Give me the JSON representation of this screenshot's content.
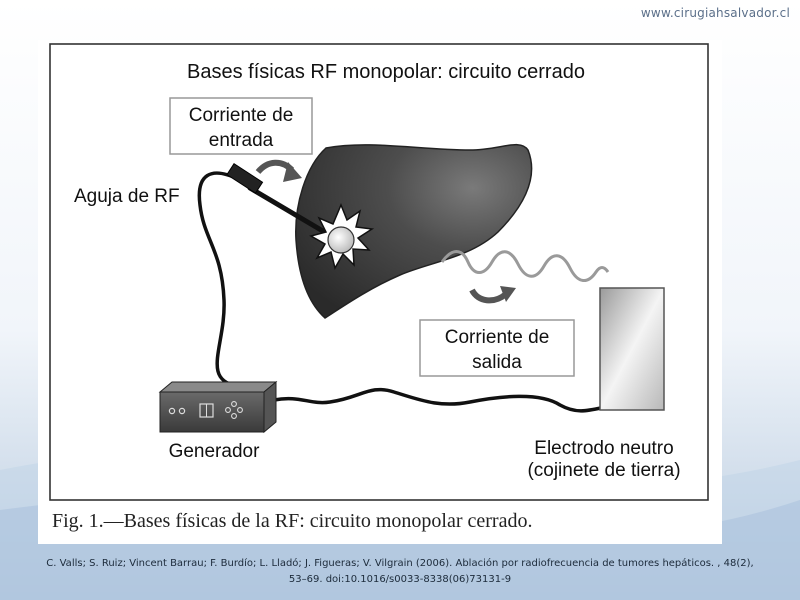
{
  "header": {
    "site_url": "www.cirugiahsalvador.cl"
  },
  "diagram": {
    "title": "Bases físicas RF monopolar: circuito cerrado",
    "labels": {
      "input_current_line1": "Corriente de",
      "input_current_line2": "entrada",
      "needle": "Aguja de RF",
      "output_current_line1": "Corriente de",
      "output_current_line2": "salida",
      "generator": "Generador",
      "electrode_line1": "Electrodo neutro",
      "electrode_line2": "(cojinete de tierra)"
    }
  },
  "caption": "Fig. 1.—Bases físicas de la RF: circuito monopolar cerrado.",
  "citation": {
    "line1": "C. Valls; S. Ruiz; Vincent Barrau; F. Burdío; L. Lladó; J. Figueras; V. Vilgrain (2006). Ablación por radiofrecuencia de tumores hepáticos. , 48(2),",
    "line2": "53–69.        doi:10.1016/s0033-8338(06)73131-9"
  }
}
